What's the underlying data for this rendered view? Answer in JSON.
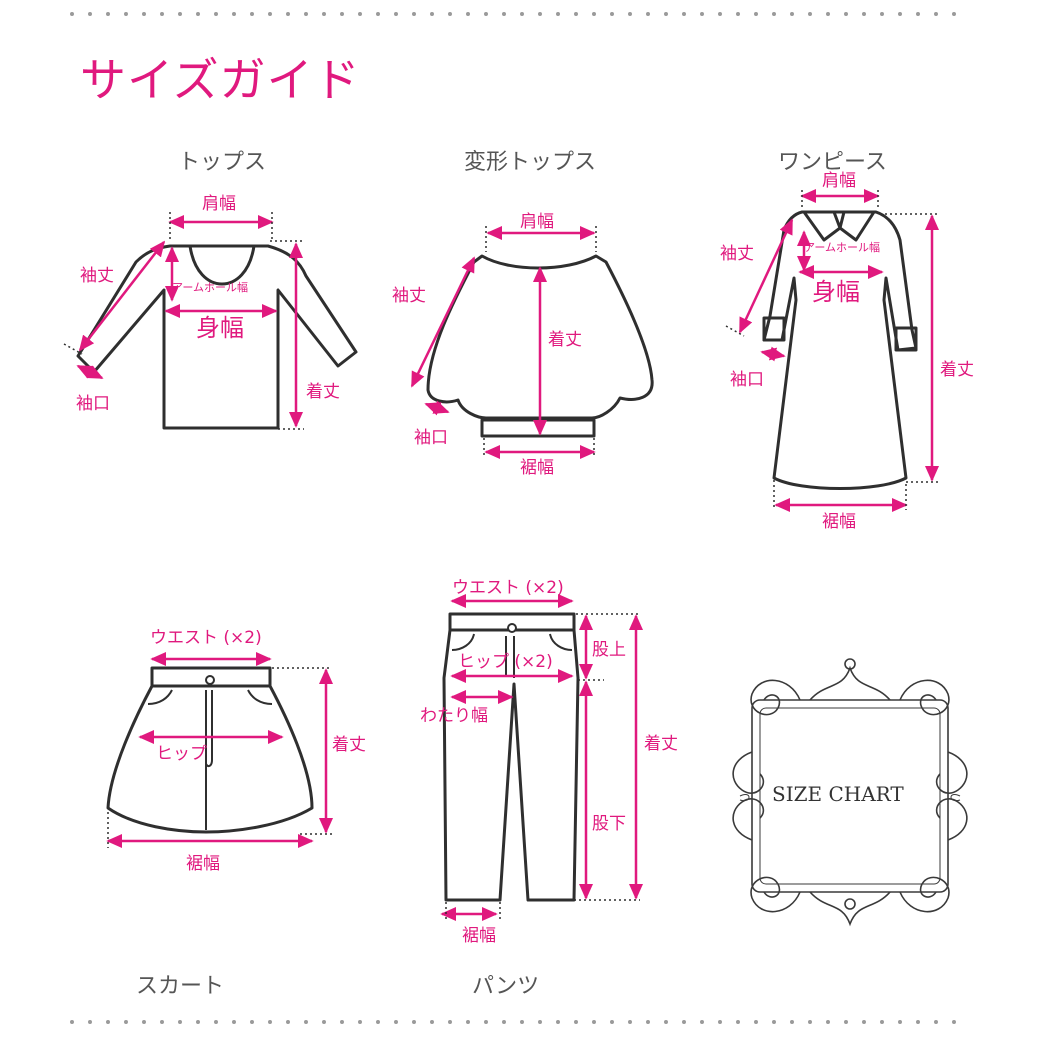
{
  "title": "サイズガイド",
  "colors": {
    "accent": "#e0197e",
    "outline": "#2f2f2f",
    "fill": "#ffffff"
  },
  "categories": {
    "tops": "トップス",
    "transform_tops": "変形トップス",
    "onepiece": "ワンピース",
    "skirt": "スカート",
    "pants": "パンツ"
  },
  "tops": {
    "shoulder_width": "肩幅",
    "sleeve_length": "袖丈",
    "armhole": "アームホール幅",
    "body_width": "身幅",
    "cuff": "袖口",
    "length": "着丈"
  },
  "transform_tops": {
    "shoulder_width": "肩幅",
    "sleeve_length": "袖丈",
    "length": "着丈",
    "cuff": "袖口",
    "hem_width": "裾幅"
  },
  "onepiece": {
    "shoulder_width": "肩幅",
    "sleeve_length": "袖丈",
    "armhole": "アームホール幅",
    "body_width": "身幅",
    "cuff": "袖口",
    "length": "着丈",
    "hem_width": "裾幅"
  },
  "skirt": {
    "waist": "ウエスト (×2)",
    "hip": "ヒップ",
    "length": "着丈",
    "hem_width": "裾幅"
  },
  "pants": {
    "waist": "ウエスト (×2)",
    "hip": "ヒップ (×2)",
    "rise": "股上",
    "thigh": "わたり幅",
    "length": "着丈",
    "inseam": "股下",
    "hem_width": "裾幅"
  },
  "badge": {
    "text": "SIZE CHART"
  }
}
